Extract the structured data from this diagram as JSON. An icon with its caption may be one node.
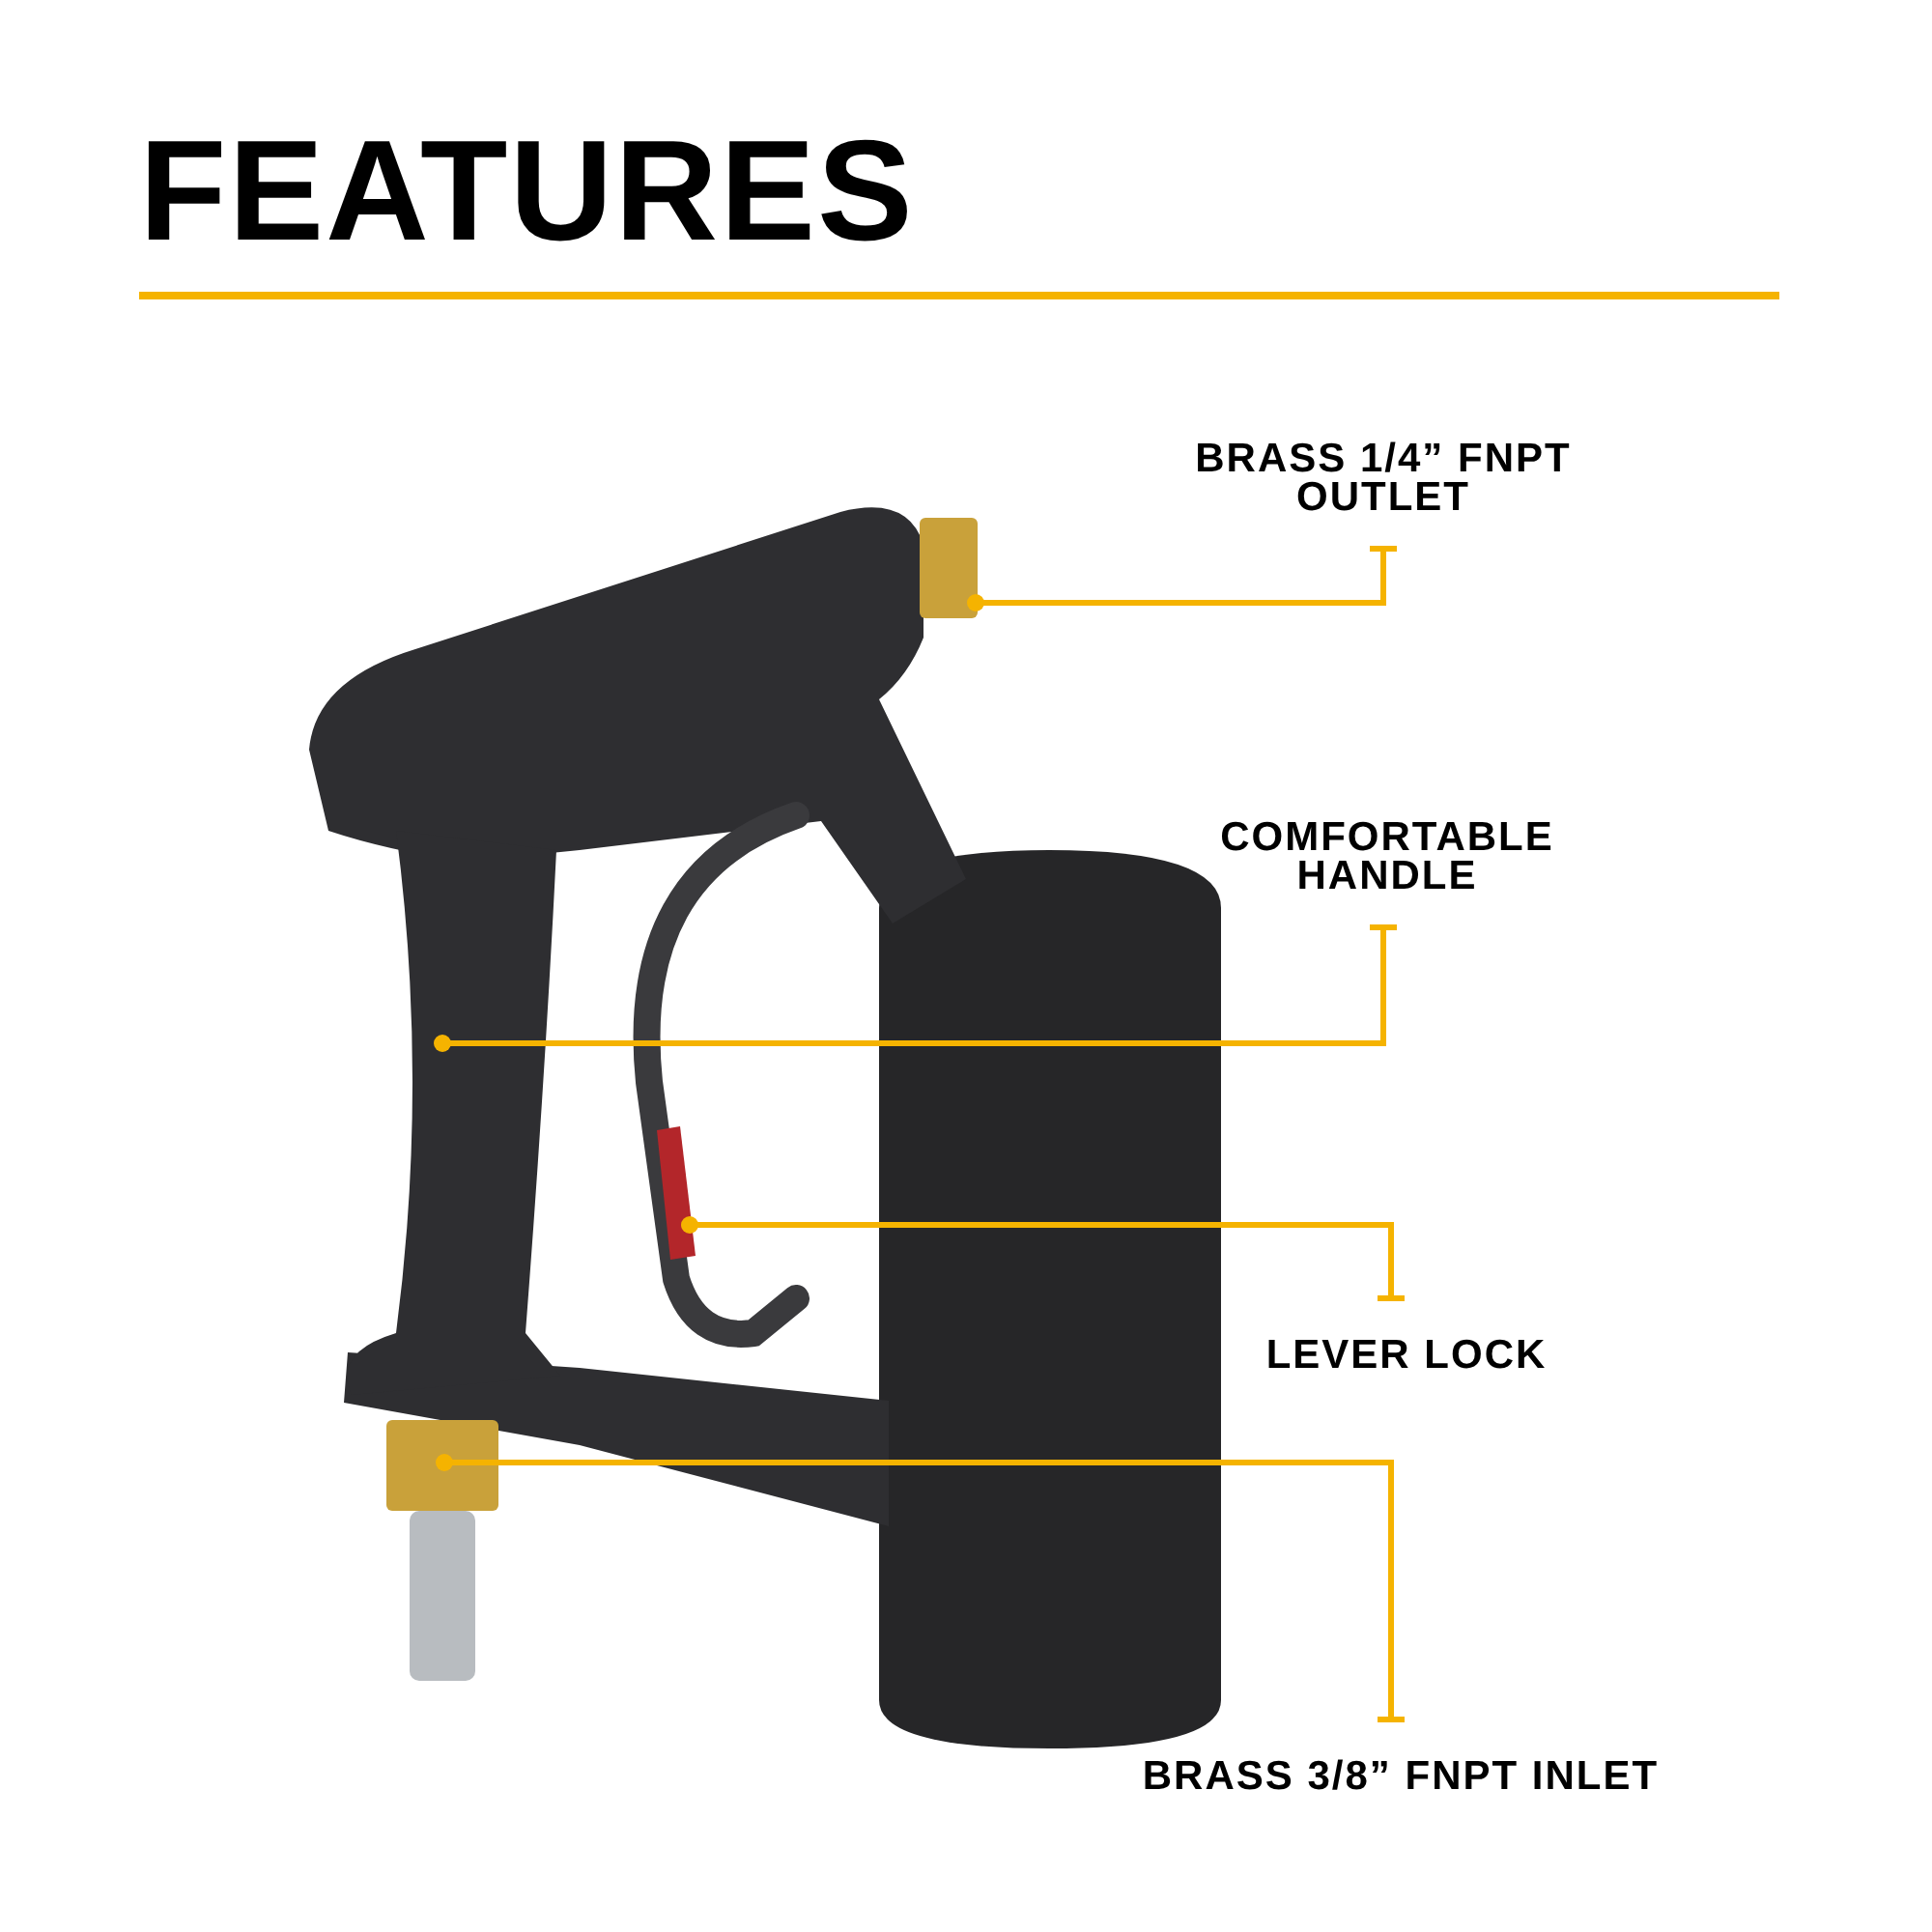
{
  "diagram": {
    "title": "FEATURES",
    "nodes": [
      {
        "text": [
          "BRASS 1/4” FNPT OUTLET"
        ]
      },
      {
        "text": [],
        "shape": "box"
      },
      {
        "text": [
          "COMFORTABLE HANDLE"
        ]
      },
      {
        "text": [],
        "shape": "picture"
      },
      {
        "text": [],
        "shape": "bar"
      },
      {
        "text": [
          "LEVER LOCK"
        ]
      },
      {
        "text": [],
        "shape": "box"
      },
      {
        "text": [
          "BRASS 3/8” FNPT INLET"
        ]
      }
    ],
    "edges": [
      {
        "from": 0,
        "to": 1,
        "arrow": "other"
      },
      {
        "from": 2,
        "to": 3,
        "arrow": "other"
      },
      {
        "from": 5,
        "to": 4,
        "arrow": "other"
      },
      {
        "from": 7,
        "to": 6,
        "arrow": "other"
      }
    ]
  }
}
